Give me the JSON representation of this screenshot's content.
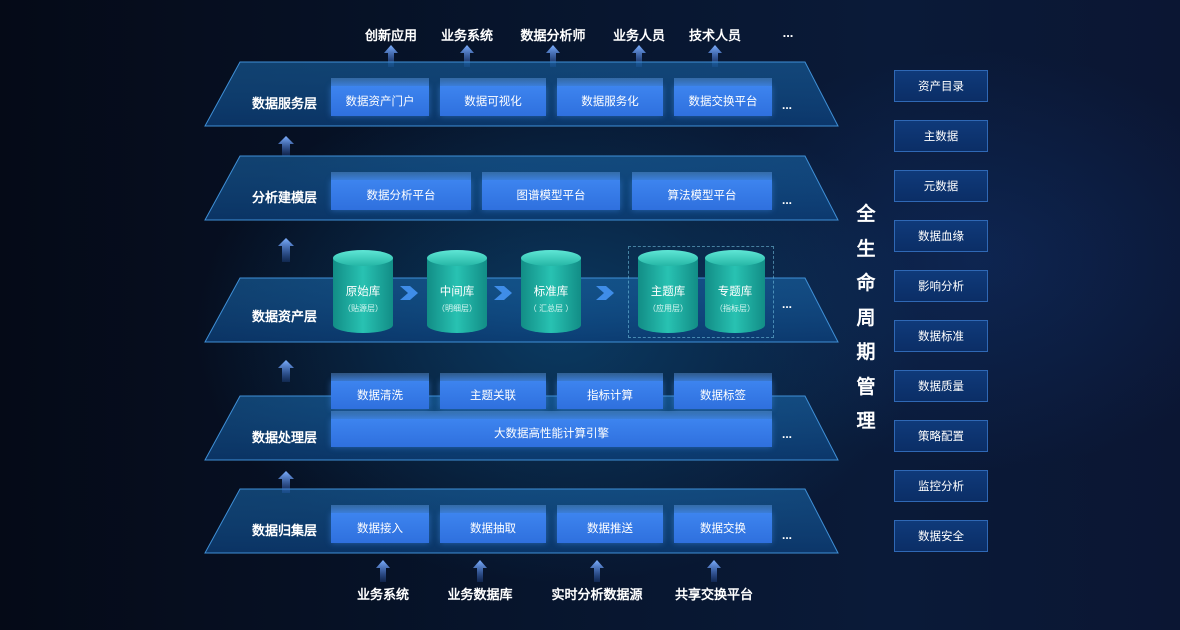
{
  "top_labels": [
    "创新应用",
    "业务系统",
    "数据分析师",
    "业务人员",
    "技术人员",
    "..."
  ],
  "bottom_labels": [
    "业务系统",
    "业务数据库",
    "实时分析数据源",
    "共享交换平台"
  ],
  "layers": {
    "service": {
      "title": "数据服务层",
      "boxes": [
        "数据资产门户",
        "数据可视化",
        "数据服务化",
        "数据交换平台"
      ],
      "ellipsis": "..."
    },
    "modeling": {
      "title": "分析建模层",
      "boxes": [
        "数据分析平台",
        "图谱模型平台",
        "算法模型平台"
      ],
      "ellipsis": "..."
    },
    "asset": {
      "title": "数据资产层",
      "cylinders": [
        {
          "name": "原始库",
          "sub": "（贴源层）"
        },
        {
          "name": "中间库",
          "sub": "（明细层）"
        },
        {
          "name": "标准库",
          "sub": "（ 汇总层 ）"
        },
        {
          "name": "主题库",
          "sub": "（应用层）"
        },
        {
          "name": "专题库",
          "sub": "（指标层）"
        }
      ],
      "ellipsis": "..."
    },
    "processing": {
      "title": "数据处理层",
      "boxes": [
        "数据清洗",
        "主题关联",
        "指标计算",
        "数据标签"
      ],
      "engine": "大数据高性能计算引擎",
      "ellipsis": "..."
    },
    "collection": {
      "title": "数据归集层",
      "boxes": [
        "数据接入",
        "数据抽取",
        "数据推送",
        "数据交换"
      ],
      "ellipsis": "..."
    }
  },
  "lifecycle": {
    "title_chars": [
      "全",
      "生",
      "命",
      "周",
      "期",
      "管",
      "理"
    ],
    "items": [
      "资产目录",
      "主数据",
      "元数据",
      "数据血缘",
      "影响分析",
      "数据标准",
      "数据质量",
      "策略配置",
      "监控分析",
      "数据安全"
    ]
  },
  "colors": {
    "box": "#3478e6",
    "plate": "#0e4d8c",
    "cylinder": "#1fb3a6",
    "side_item": "#0f3a7a",
    "accent": "#4a90ff"
  }
}
